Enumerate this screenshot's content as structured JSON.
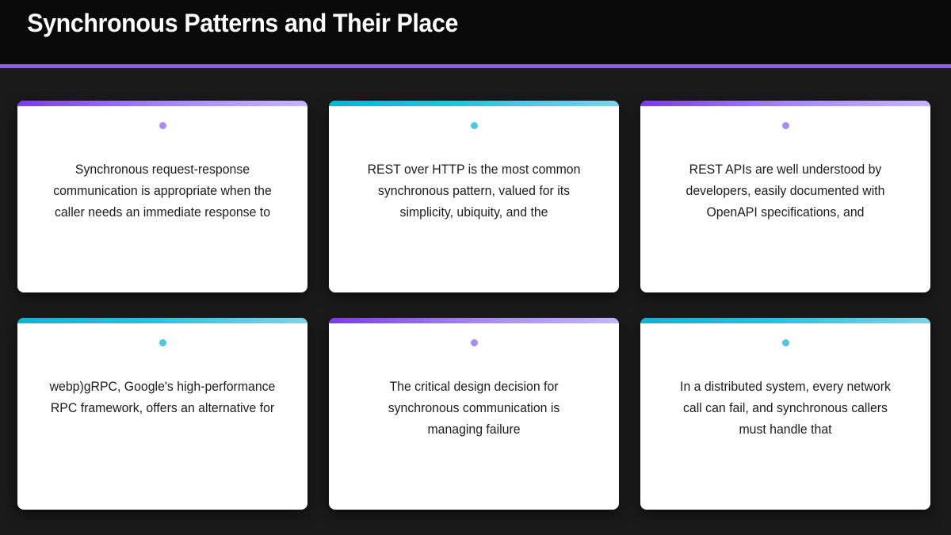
{
  "header": {
    "title": "Synchronous Patterns and Their Place",
    "rule_color": "#8b5cf6",
    "background": "#0a0a0a"
  },
  "theme": {
    "page_background": "#1a1a1a",
    "card_background": "#ffffff",
    "card_text_color": "#1c1c1c",
    "accent_purple": "#8b5cf6",
    "accent_purple_light": "#c4b5fd",
    "accent_teal": "#06b6d4",
    "accent_teal_light": "#7dd3e8",
    "dot_purple": "#a78bfa",
    "dot_teal": "#4fc7e0"
  },
  "cards": [
    {
      "accent": "purple",
      "dot": "purple",
      "text": "Synchronous request-response communication is appropriate when the caller needs an immediate response to"
    },
    {
      "accent": "teal",
      "dot": "teal",
      "text": "REST over HTTP is the most common synchronous pattern, valued for its simplicity, ubiquity, and the"
    },
    {
      "accent": "purple",
      "dot": "purple",
      "text": "REST APIs are well understood by developers, easily documented with OpenAPI specifications, and"
    },
    {
      "accent": "teal",
      "dot": "teal",
      "text": "webp)gRPC, Google's high-performance RPC framework, offers an alternative for"
    },
    {
      "accent": "purple",
      "dot": "purple",
      "text": "The critical design decision for synchronous communication is managing failure"
    },
    {
      "accent": "teal",
      "dot": "teal",
      "text": "In a distributed system, every network call can fail, and synchronous callers must handle that"
    }
  ]
}
